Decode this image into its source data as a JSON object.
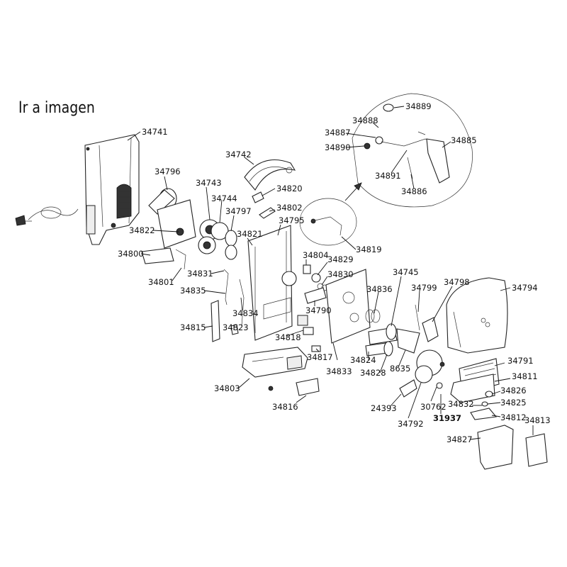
{
  "header": {
    "link_label": "Ir a imagen"
  },
  "part_labels": [
    "34741",
    "34796",
    "34822",
    "34800",
    "34801",
    "34743",
    "34744",
    "34797",
    "34742",
    "34820",
    "34802",
    "34821",
    "34795",
    "34831",
    "34835",
    "34815",
    "34834",
    "34823",
    "34818",
    "34804",
    "34829",
    "34830",
    "34790",
    "34817",
    "34833",
    "34803",
    "34816",
    "34889",
    "34888",
    "34887",
    "34890",
    "34885",
    "34891",
    "34886",
    "34819",
    "34745",
    "34836",
    "34799",
    "34798",
    "34794",
    "34824",
    "34828",
    "8635",
    "24393",
    "34792",
    "30762",
    "31937",
    "34791",
    "34811",
    "34826",
    "34832",
    "34825",
    "34812",
    "34813",
    "34827"
  ]
}
